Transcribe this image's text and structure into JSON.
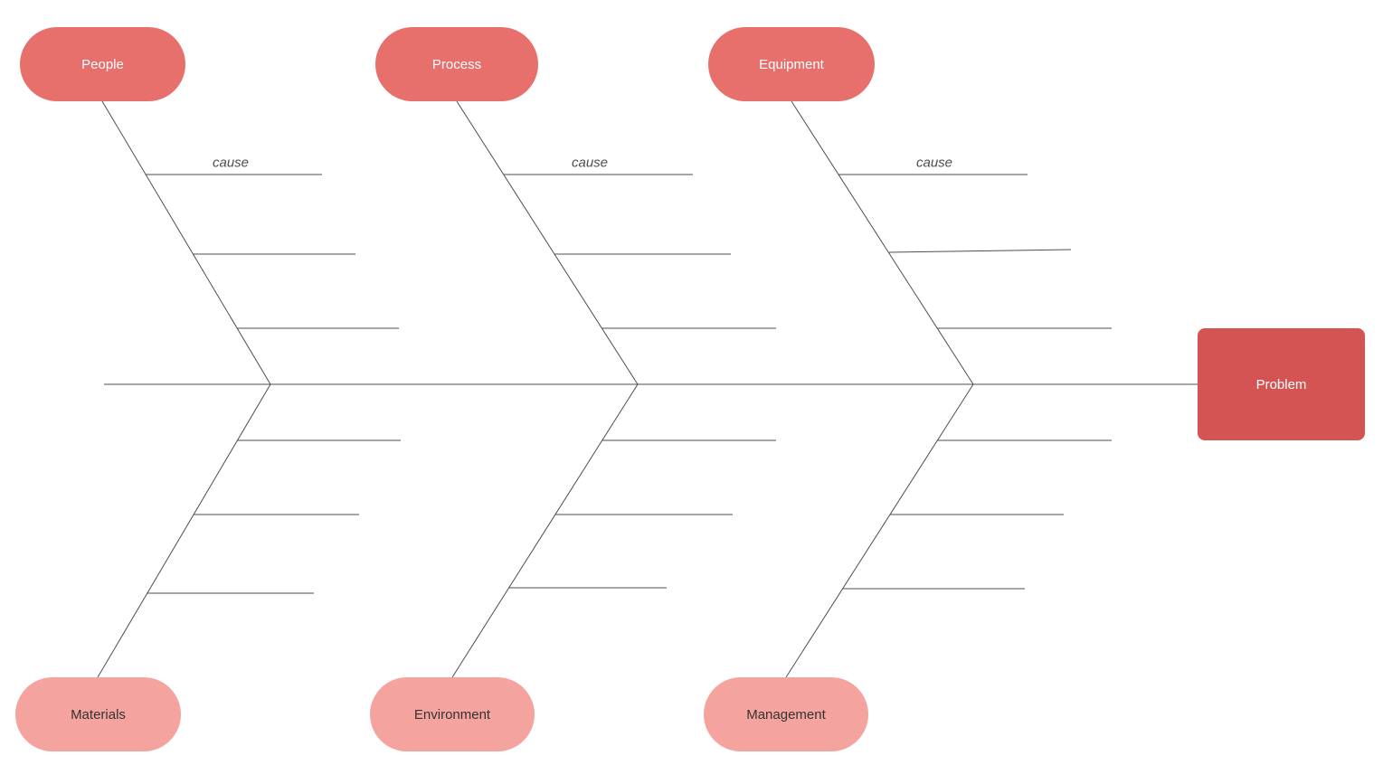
{
  "diagram": {
    "problem": {
      "label": "Problem"
    },
    "top_categories": [
      {
        "label": "People"
      },
      {
        "label": "Process"
      },
      {
        "label": "Equipment"
      }
    ],
    "bottom_categories": [
      {
        "label": "Materials"
      },
      {
        "label": "Environment"
      },
      {
        "label": "Management"
      }
    ],
    "cause_labels": [
      {
        "label": "cause"
      },
      {
        "label": "cause"
      },
      {
        "label": "cause"
      }
    ]
  },
  "colors": {
    "top_pill": "#e7706d",
    "bottom_pill": "#f5a39e",
    "problem": "#d45454",
    "line_color": "#4d4d4d",
    "cause_text": "#4d4d4d"
  }
}
